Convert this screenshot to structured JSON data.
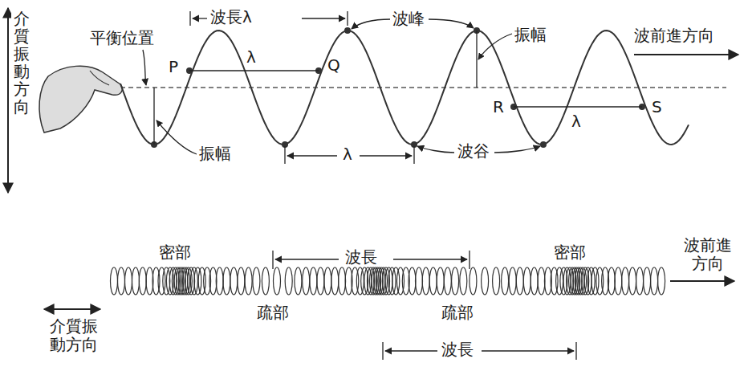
{
  "diagram": {
    "labels": [
      "介質振動方向",
      "平衡位置",
      "P",
      "波長λ",
      "λ",
      "Q",
      "波峰",
      "振幅",
      "波前進方向",
      "R",
      "S",
      "λ",
      "振幅",
      "λ",
      "波谷",
      "密部",
      "波長",
      "波前進 方向",
      "密部",
      "疏部",
      "疏部",
      "波長",
      "介質振 動方向"
    ]
  }
}
